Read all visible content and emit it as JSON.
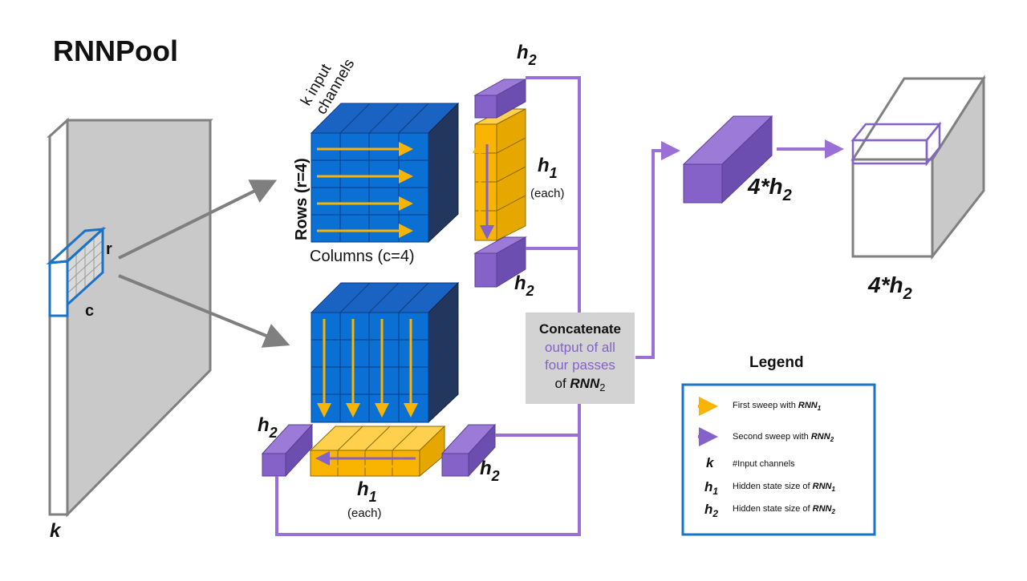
{
  "title": "RNNPool",
  "colors": {
    "blue_face": "#0a70d4",
    "blue_top": "#1b63c2",
    "blue_side": "#22365e",
    "orange": "#f8b400",
    "orange_stroke": "#8a6a00",
    "purple": "#8562c8",
    "purple_line": "#9a6fd6",
    "gray_arrow": "#7f7f7f",
    "slab_gray": "#c9c9c9",
    "legend_border": "#1a73c6",
    "concat_bg": "#d3d3d3"
  },
  "labels": {
    "k_input_channels_line1": "k input",
    "k_input_channels_line2": "channels",
    "rows": "Rows (r=4)",
    "columns": "Columns (c=4)",
    "r": "r",
    "c": "c",
    "k": "k",
    "h2_top": "h",
    "h2_top_sub": "2",
    "h2_upper_right": "h",
    "h2_upper_right_sub": "2",
    "h1_upper": "h",
    "h1_upper_sub": "1",
    "h1_upper_each": "(each)",
    "h2_bottom_left": "h",
    "h2_bottom_left_sub": "2",
    "h2_bottom_right": "h",
    "h2_bottom_right_sub": "2",
    "h1_lower": "h",
    "h1_lower_sub": "1",
    "h1_lower_each": "(each)",
    "concat_line1": "Concatenate",
    "concat_line2": "output of all",
    "concat_line3": "four passes",
    "concat_line4_prefix": "of ",
    "concat_line4_rnn": "RNN",
    "concat_line4_sub": "2",
    "out_mid_prefix": "4*h",
    "out_mid_sub": "2",
    "out_right_prefix": "4*h",
    "out_right_sub": "2"
  },
  "legend": {
    "title": "Legend",
    "items": [
      {
        "symbol": "arrow-orange",
        "text": "First sweep with ",
        "bold": "RNN",
        "sub": "1"
      },
      {
        "symbol": "arrow-purple",
        "text": "Second sweep with ",
        "bold": "RNN",
        "sub": "2"
      },
      {
        "symbol": "k",
        "symbol_sub": "",
        "text": "#Input channels",
        "bold": "",
        "sub": ""
      },
      {
        "symbol": "h",
        "symbol_sub": "1",
        "text": "Hidden state size of ",
        "bold": "RNN",
        "sub": "1"
      },
      {
        "symbol": "h",
        "symbol_sub": "2",
        "text": "Hidden state size of ",
        "bold": "RNN",
        "sub": "2"
      }
    ]
  }
}
